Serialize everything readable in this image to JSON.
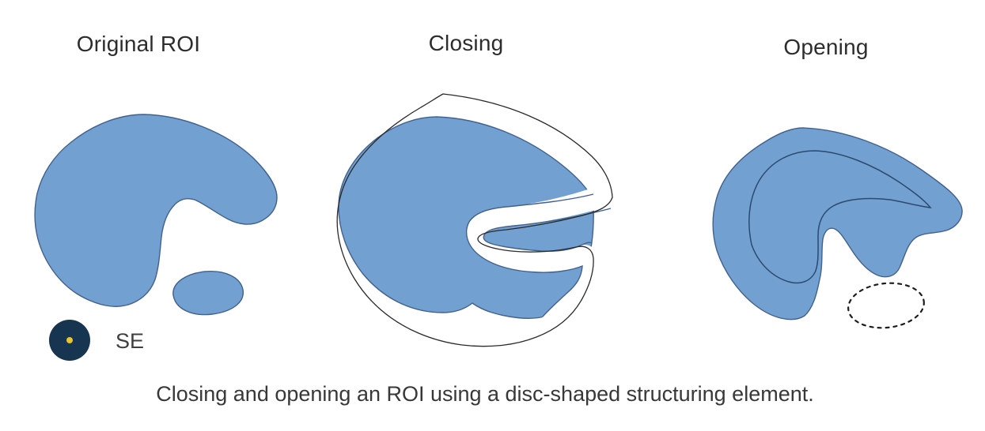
{
  "figure": {
    "panels": [
      {
        "title": "Original ROI"
      },
      {
        "title": "Closing"
      },
      {
        "title": "Opening"
      }
    ],
    "se_label": "SE",
    "caption": "Closing and opening an ROI using a disc-shaped structuring element."
  },
  "legend": {
    "se_icon": "disc-structuring-element",
    "removed_region_style": "dashed-outline"
  },
  "colors": {
    "roi_fill": "#72a0d1",
    "roi_stroke": "#41618c",
    "outline_color": "#2a2a2a",
    "inner_contour": "#2c4a6e",
    "ghost_outline": "#1c1c1c",
    "se_fill": "#173450",
    "se_dot": "#e9c62e",
    "title_text": "#2d2d2d",
    "label_text": "#3f3f3f",
    "caption_text": "#383838"
  }
}
